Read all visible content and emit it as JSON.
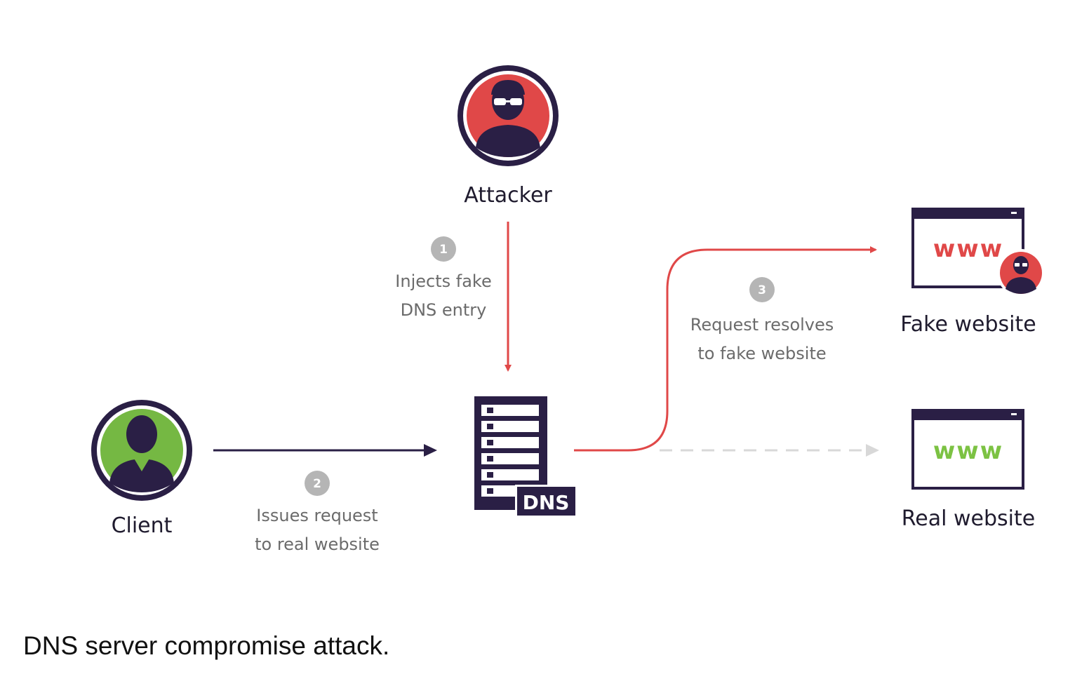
{
  "nodes": {
    "attacker": {
      "label": "Attacker",
      "icon": "hacker-avatar-icon"
    },
    "client": {
      "label": "Client",
      "icon": "user-avatar-icon"
    },
    "dns": {
      "badge": "DNS",
      "icon": "server-rack-icon"
    },
    "fake_website": {
      "label": "Fake website",
      "www": "www",
      "icon": "browser-window-icon"
    },
    "real_website": {
      "label": "Real website",
      "www": "www",
      "icon": "browser-window-icon"
    }
  },
  "steps": [
    {
      "number": "1",
      "lines": [
        "Injects fake",
        "DNS entry"
      ]
    },
    {
      "number": "2",
      "lines": [
        "Issues request",
        "to real website"
      ]
    },
    {
      "number": "3",
      "lines": [
        "Request resolves",
        "to fake website"
      ]
    }
  ],
  "caption": "DNS server compromise attack.",
  "colors": {
    "navy": "#2a1f45",
    "attack_red": "#e04848",
    "client_green": "#75b843",
    "real_green": "#7cc243",
    "badge_gray": "#b5b5b5",
    "dashed_gray": "#d8d8d8"
  }
}
